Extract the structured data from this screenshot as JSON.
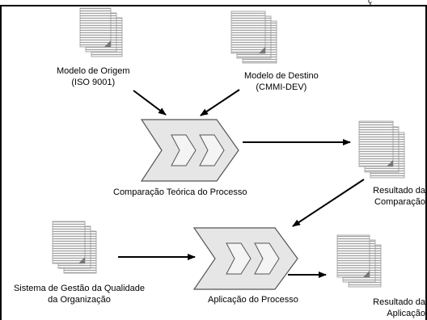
{
  "diagram": {
    "top_clip_text": "ç",
    "nodes": {
      "origin_model": {
        "line1": "Modelo de Origem",
        "line2": "(ISO 9001)"
      },
      "target_model": {
        "line1": "Modelo de Destino",
        "line2": "(CMMI-DEV)"
      },
      "theoretical_comparison": {
        "label": "Comparação Teórica do Processo"
      },
      "comparison_result": {
        "line1": "Resultado da",
        "line2": "Comparação"
      },
      "quality_system": {
        "line1": "Sistema de Gestão da Qualidade",
        "line2": "da Organização"
      },
      "process_application": {
        "label": "Aplicação do Processo"
      },
      "application_result": {
        "line1": "Resultado da",
        "line2": "Aplicação"
      }
    }
  }
}
